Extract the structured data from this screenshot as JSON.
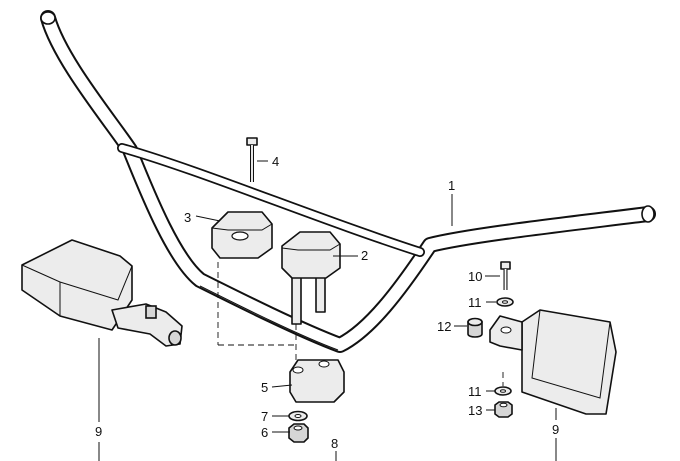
{
  "diagram": {
    "callouts": {
      "p1": "1",
      "p2": "2",
      "p3": "3",
      "p4": "4",
      "p5": "5",
      "p6": "6",
      "p7": "7",
      "p8": "8",
      "p9_left": "9",
      "p9_right": "9",
      "p10": "10",
      "p11_top": "11",
      "p11_bottom": "11",
      "p12": "12",
      "p13": "13"
    }
  }
}
